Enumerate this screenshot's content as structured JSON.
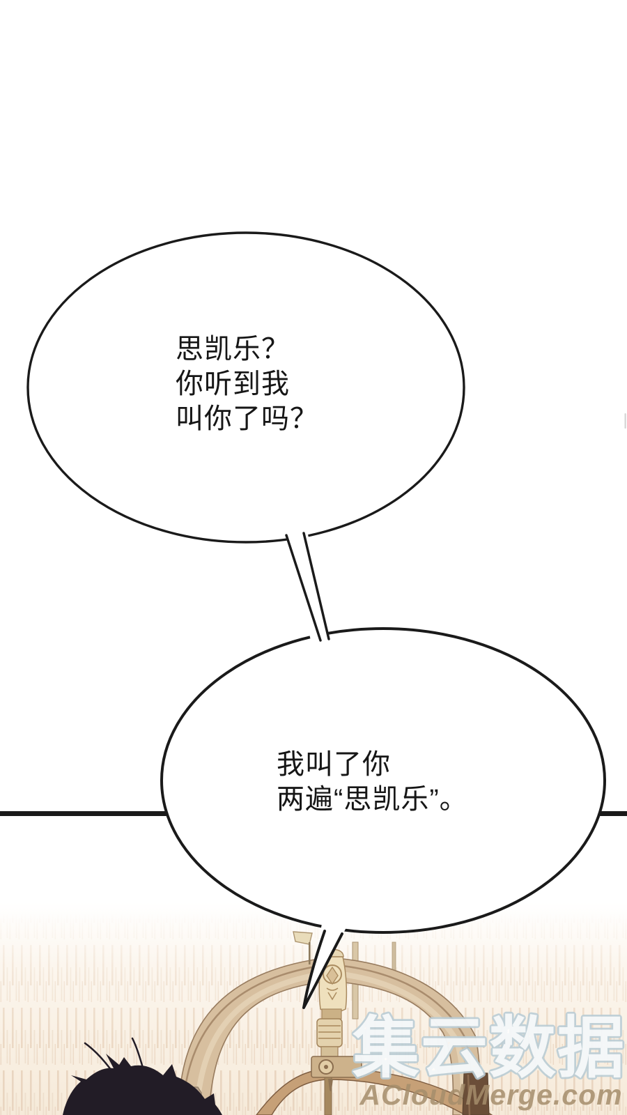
{
  "speech_bubbles": [
    {
      "id": "top",
      "lines": [
        "思凯乐？",
        "你听到我",
        "叫你了吗？"
      ]
    },
    {
      "id": "bottom",
      "lines": [
        "我叫了你",
        "两遍“思凯乐”。"
      ]
    }
  ],
  "watermark": {
    "logo_text": "集云数据",
    "site_text": "ACloudMerge.com",
    "logo_outline_color": "#b9ccd5",
    "site_color": "#a48d6b"
  },
  "colors": {
    "ink": "#1a1a1a",
    "wood_band": "#d7bf9f",
    "wood_edge": "#9a7e60",
    "wood_rail": "#c6a077",
    "dark_post": "#6b4e38",
    "post_cream": "#efe0bd",
    "hair": "#221c26",
    "bg_cream": "#f6ead9"
  }
}
